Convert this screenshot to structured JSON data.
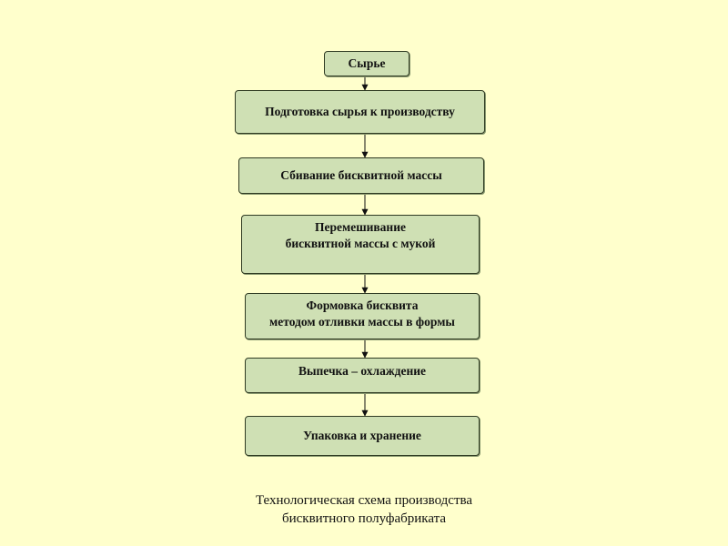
{
  "colors": {
    "background": "#ffffcc",
    "box_fill": "#cfe0b4",
    "box_border": "#2f3a22"
  },
  "steps": [
    {
      "lines": [
        "Сырье"
      ]
    },
    {
      "lines": [
        "Подготовка сырья к производству"
      ]
    },
    {
      "lines": [
        "Сбивание бисквитной массы"
      ]
    },
    {
      "lines": [
        "Перемешивание",
        "бисквитной массы с мукой"
      ]
    },
    {
      "lines": [
        "Формовка бисквита",
        "методом отливки массы в формы"
      ]
    },
    {
      "lines": [
        "Выпечка – охлаждение"
      ]
    },
    {
      "lines": [
        "Упаковка и хранение"
      ]
    }
  ],
  "caption": {
    "line1": "Технологическая схема производства",
    "line2": "бисквитного полуфабриката"
  }
}
